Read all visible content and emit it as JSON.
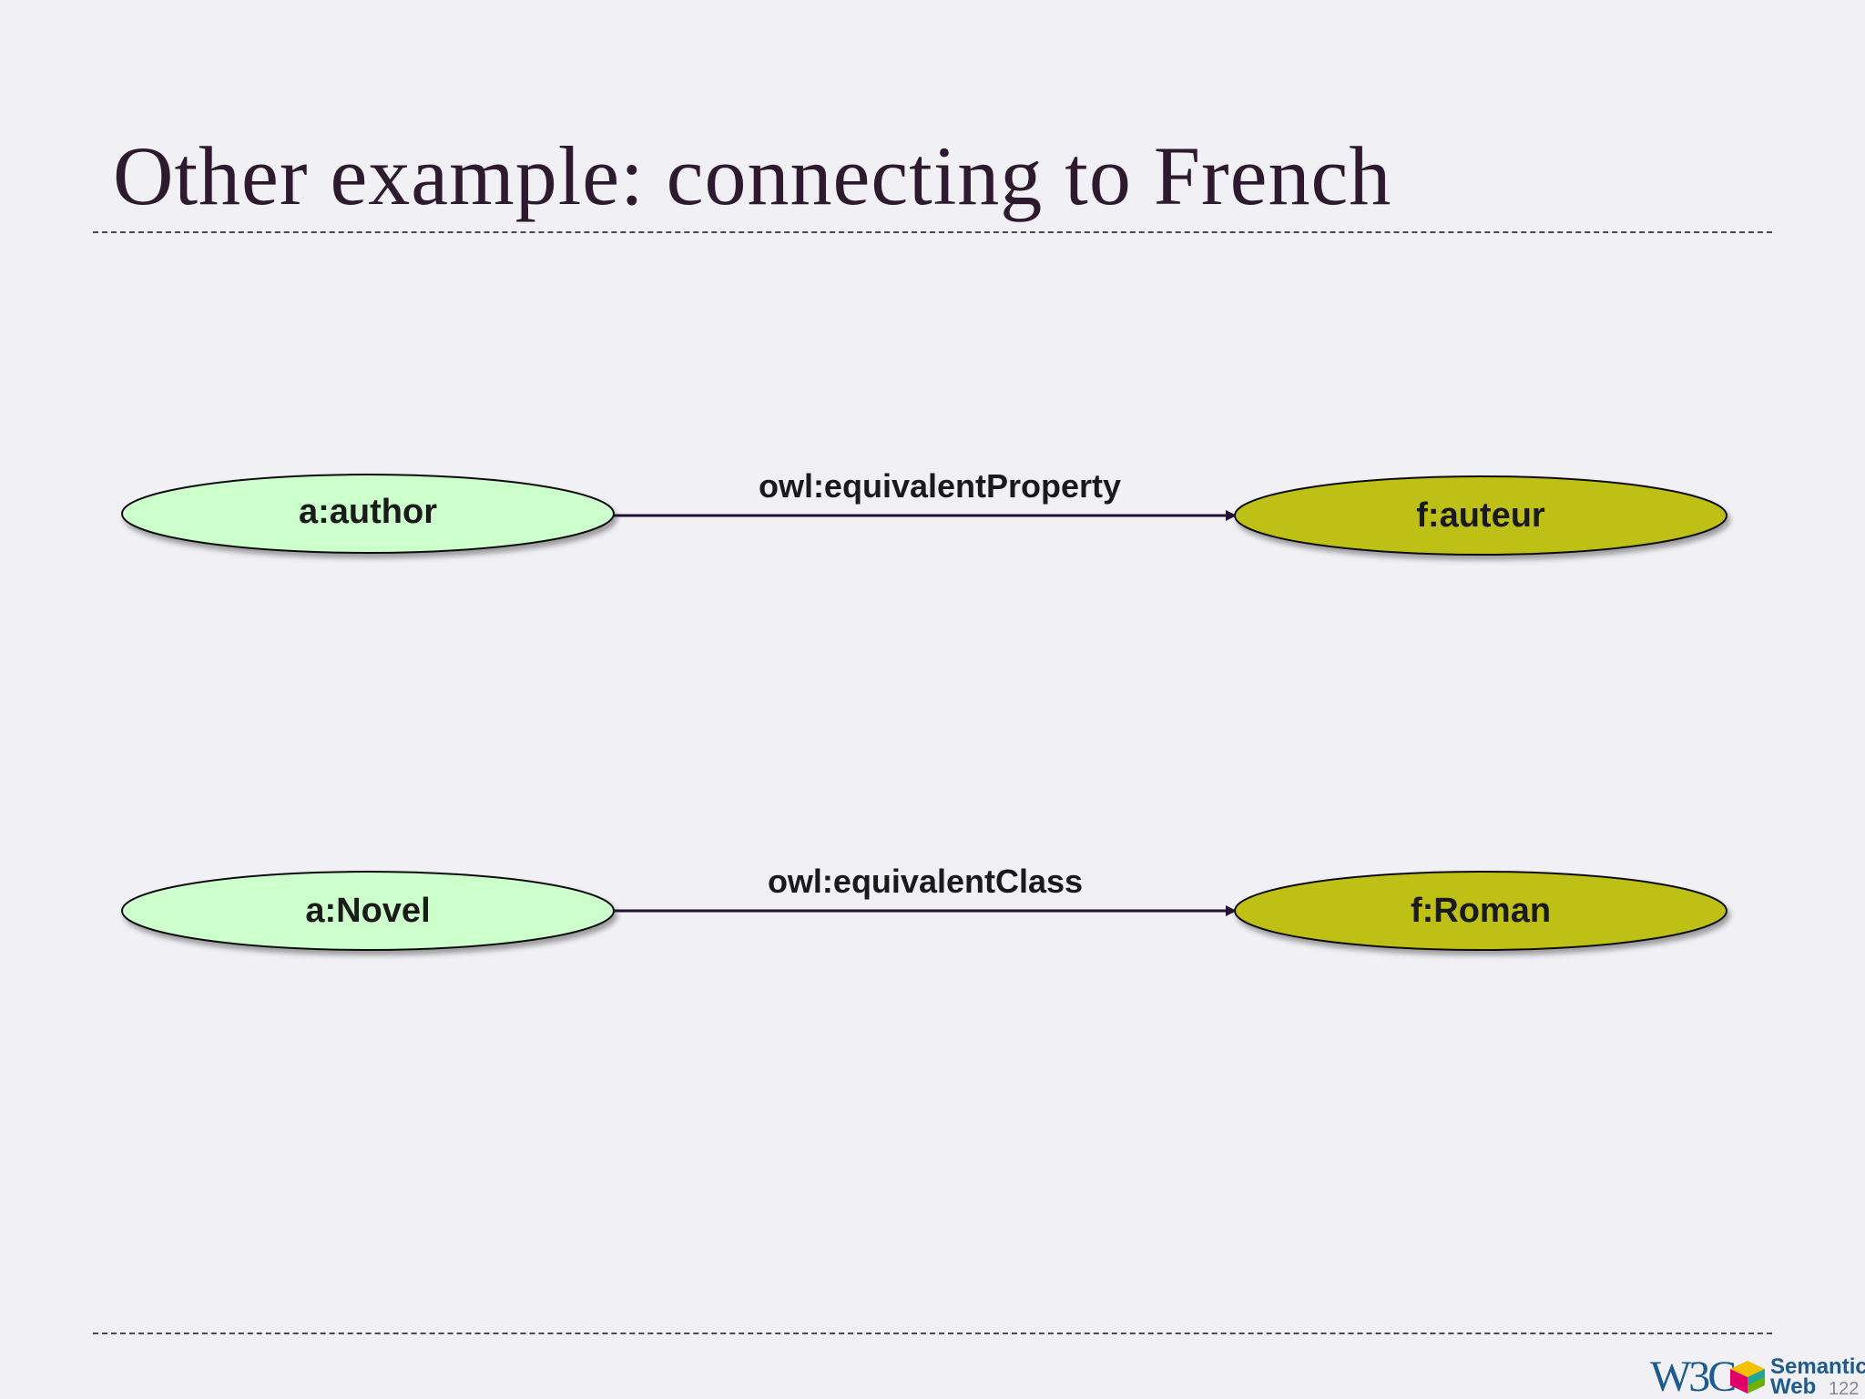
{
  "slide": {
    "title": "Other example: connecting to French",
    "page_number": "122"
  },
  "diagram": {
    "rows": [
      {
        "subject": "a:author",
        "predicate": "owl:equivalentProperty",
        "object": "f:auteur"
      },
      {
        "subject": "a:Novel",
        "predicate": "owl:equivalentClass",
        "object": "f:Roman"
      }
    ],
    "colors": {
      "subject_fill": "#ccffcc",
      "object_fill": "#bfc012",
      "edge": "#221133"
    }
  },
  "logo": {
    "w3c": "W3C",
    "brand_line1": "Semantic",
    "brand_line2": "Web"
  }
}
